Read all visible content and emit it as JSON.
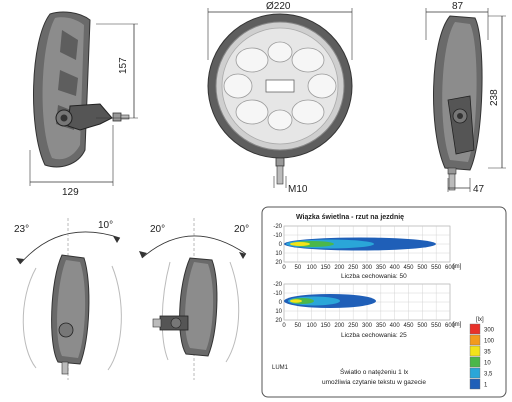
{
  "dimensions": {
    "top_width": "Ø220",
    "side_height": "157",
    "side_depth": "129",
    "rear_depth": "87",
    "rear_height": "238",
    "mount_bolt": "M10",
    "mount_offset": "47"
  },
  "angles": {
    "left_tilt_up": "23°",
    "left_tilt_down": "10°",
    "right_tilt_up": "20°",
    "right_tilt_down": "20°"
  },
  "beam_panel": {
    "title": "Wiązka świetlna - rzut na jezdnię",
    "x_unit": "[m]",
    "x_ticks": [
      "0",
      "50",
      "100",
      "150",
      "200",
      "250",
      "300",
      "350",
      "400",
      "450",
      "500",
      "550",
      "600"
    ],
    "y_ticks": [
      "-20",
      "-10",
      "0",
      "10",
      "20"
    ],
    "plot1_caption": "Liczba cechowania: 50",
    "plot2_caption": "Liczba cechowania: 25",
    "legend_unit": "[lx]",
    "legend": [
      {
        "label": "300",
        "color": "#e8312a"
      },
      {
        "label": "100",
        "color": "#f39a1d"
      },
      {
        "label": "35",
        "color": "#f2e31a"
      },
      {
        "label": "10",
        "color": "#4bb74a"
      },
      {
        "label": "3,5",
        "color": "#2aa6d8"
      },
      {
        "label": "1",
        "color": "#1f5fb8"
      }
    ],
    "lum_id": "LUM1",
    "footnote_line1": "Światło o natężeniu 1 lx",
    "footnote_line2": "umożliwia czytanie tekstu w gazecie"
  }
}
